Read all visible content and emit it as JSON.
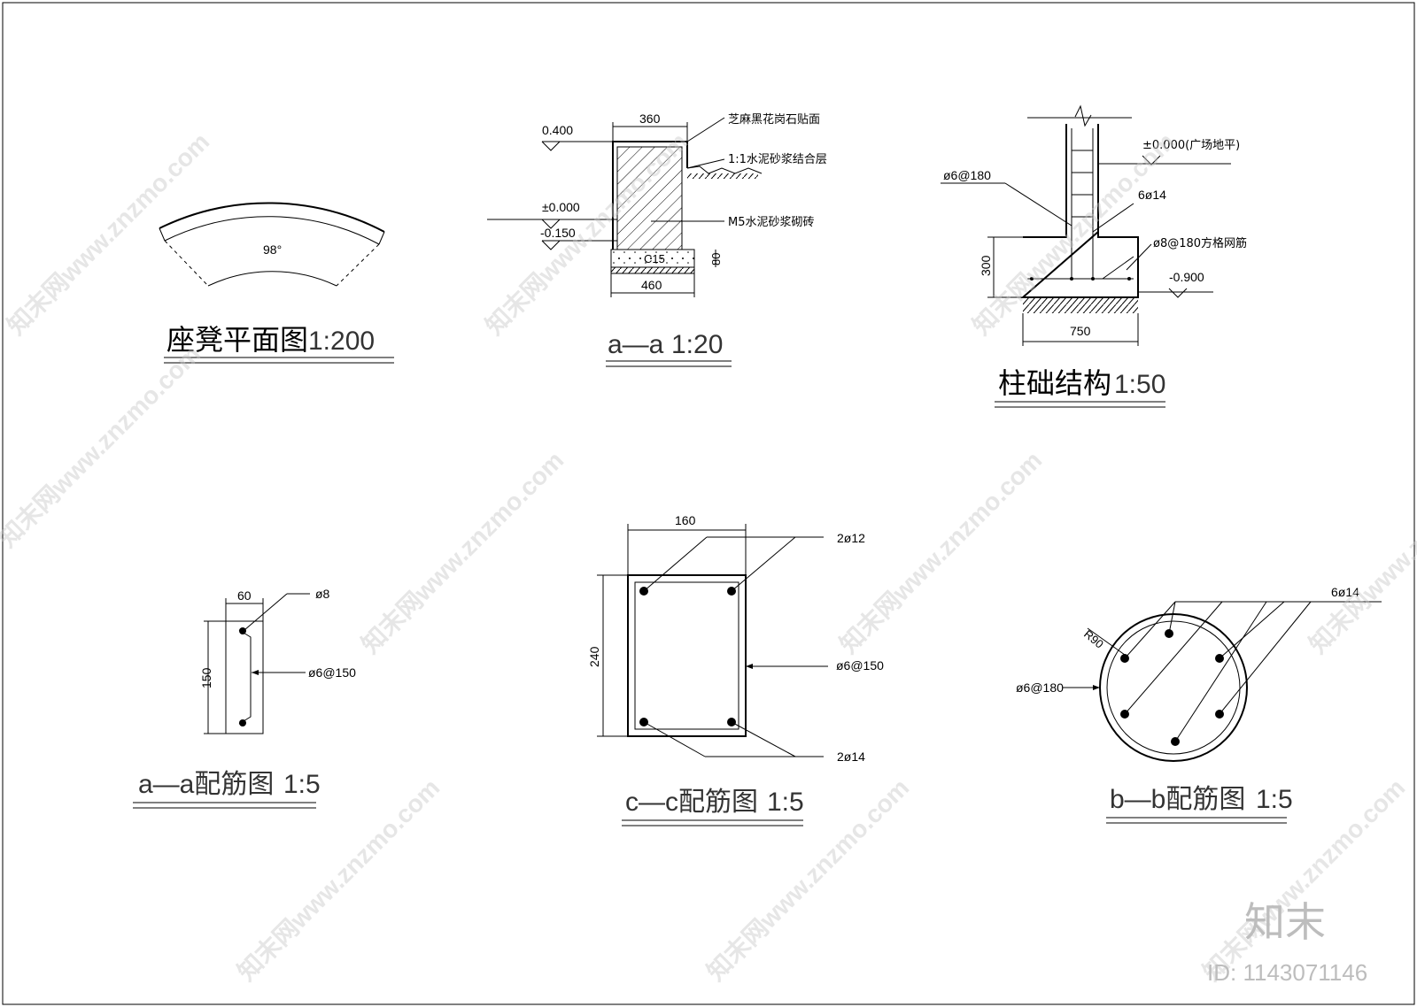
{
  "drawings": {
    "bench_plan": {
      "title": "座凳平面图",
      "scale": "1:200",
      "angle": "98°"
    },
    "section_aa": {
      "title": "a—a",
      "scale": "1:20",
      "dim_top": "360",
      "dim_bottom": "460",
      "dim_height": "80",
      "level_top": "0.400",
      "level_zero": "±0.000",
      "level_neg": "-0.150",
      "concrete": "C15",
      "note_1": "芝麻黑花岗石贴面",
      "note_2": "1:1水泥砂浆结合层",
      "note_3": "M5水泥砂浆砌砖"
    },
    "column_base": {
      "title": "柱础结构",
      "scale": "1:50",
      "level_zero": "±0.000(广场地平)",
      "level_neg": "-0.900",
      "rebar_1": "ø6@180",
      "rebar_2": "6ø14",
      "rebar_3": "ø8@180方格网筋",
      "dim_height": "300",
      "dim_width": "750"
    },
    "rebar_aa": {
      "title": "a—a配筋图",
      "scale": "1:5",
      "dim_width": "60",
      "dim_height": "150",
      "bar_1": "ø8",
      "bar_2": "ø6@150"
    },
    "rebar_cc": {
      "title": "c—c配筋图",
      "scale": "1:5",
      "dim_width": "160",
      "dim_height": "240",
      "bar_top": "2ø12",
      "bar_stirrup": "ø6@150",
      "bar_bottom": "2ø14"
    },
    "rebar_bb": {
      "title": "b—b配筋图",
      "scale": "1:5",
      "radius": "R90",
      "bar_main": "6ø14",
      "bar_stirrup": "ø6@180"
    }
  },
  "watermark": {
    "text": "知末网www.znzmo.com",
    "brand": "知末",
    "id": "ID: 1143071146"
  }
}
